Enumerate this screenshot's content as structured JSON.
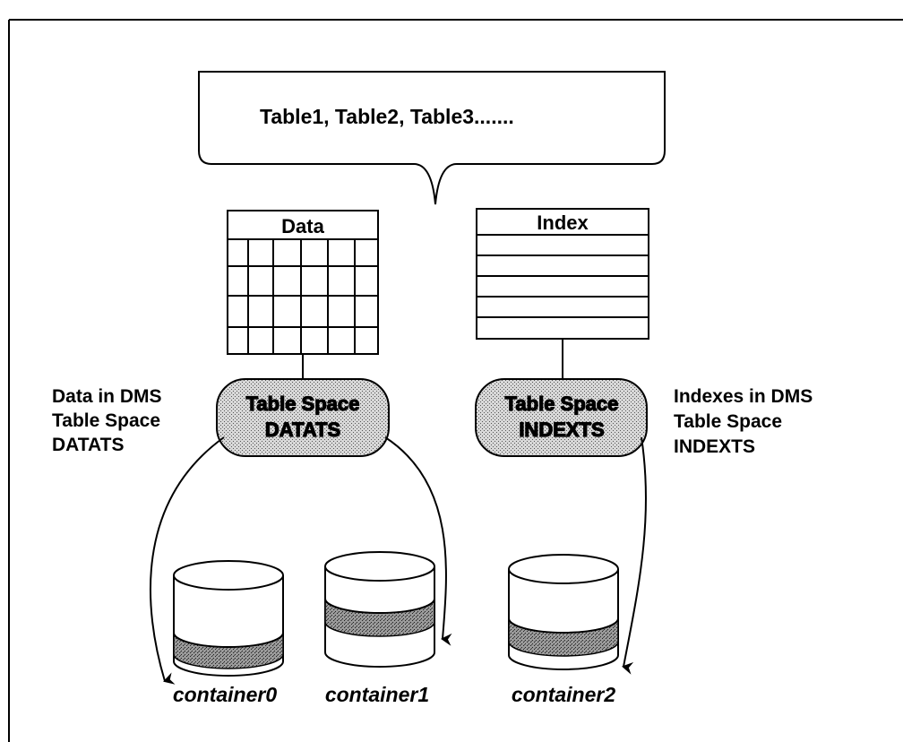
{
  "diagram": {
    "tables_label": "Table1, Table2, Table3.......",
    "data_table": {
      "header": "Data"
    },
    "index_table": {
      "header": "Index"
    },
    "tablespace_data": {
      "line1": "Table Space",
      "line2": "DATATS"
    },
    "tablespace_index": {
      "line1": "Table Space",
      "line2": "INDEXTS"
    },
    "note_data": {
      "line1": "Data in DMS",
      "line2": "Table Space",
      "line3": "DATATS"
    },
    "note_index": {
      "line1": "Indexes in DMS",
      "line2": "Table Space",
      "line3": "INDEXTS"
    },
    "containers": [
      "container0",
      "container1",
      "container2"
    ],
    "colors": {
      "stroke": "#000000",
      "fill_shaded": "#c8c8c8",
      "background": "#ffffff"
    }
  }
}
